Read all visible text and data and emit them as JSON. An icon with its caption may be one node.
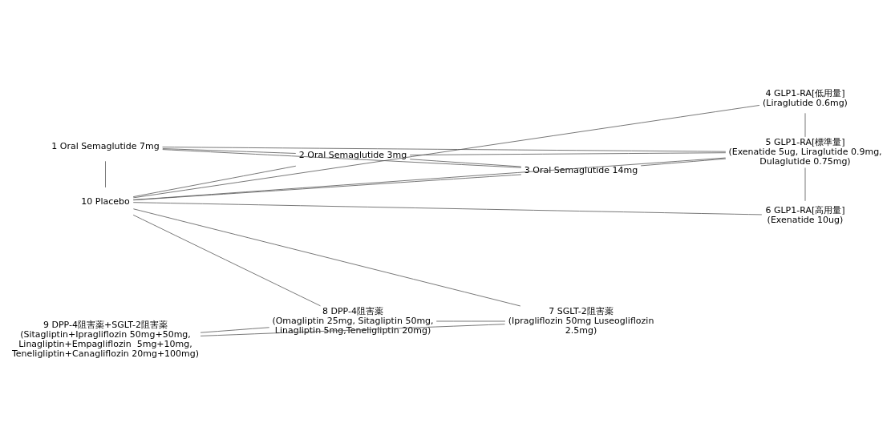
{
  "diagram": {
    "nodes": [
      {
        "text": [
          "1 Oral Semaglutide 7mg"
        ]
      },
      {
        "text": [
          "2 Oral Semaglutide 3mg"
        ]
      },
      {
        "text": [
          "3 Oral Semaglutide 14mg"
        ]
      },
      {
        "text": [
          "4 GLP1-RA[低用量]",
          "(Liraglutide 0.6mg)"
        ]
      },
      {
        "text": [
          "5 GLP1-RA[標準量]",
          "(Exenatide 5ug, Liraglutide 0.9mg, Dulaglutide 0.75mg)"
        ]
      },
      {
        "text": [
          "6 GLP1-RA[高用量]",
          "(Exenatide 10ug)"
        ]
      },
      {
        "text": [
          "7 SGLT-2阻害薬",
          "(Ipragliflozin 50mg Luseogliflozin 2.5mg)"
        ]
      },
      {
        "text": [
          "8 DPP-4阻害薬",
          "(Omagliptin 25mg, Sitagliptin 50mg, Linagliptin 5mg,Teneligliptin 20mg)"
        ]
      },
      {
        "text": [
          "9 DPP-4阻害薬+SGLT-2阻害薬",
          "(Sitagliptin+Ipragliflozin 50mg+50mg, Linagliptin+Empagliflozin  5mg+10mg, Teneligliptin+Canagliflozin 20mg+100mg)"
        ]
      },
      {
        "text": [
          "10 Placebo"
        ]
      }
    ],
    "edges": [
      {
        "from": 0,
        "to": 1,
        "arrow": "none"
      },
      {
        "from": 0,
        "to": 2,
        "arrow": "none"
      },
      {
        "from": 0,
        "to": 4,
        "arrow": "none"
      },
      {
        "from": 0,
        "to": 9,
        "arrow": "none"
      },
      {
        "from": 1,
        "to": 2,
        "arrow": "none"
      },
      {
        "from": 1,
        "to": 4,
        "arrow": "none"
      },
      {
        "from": 1,
        "to": 9,
        "arrow": "none"
      },
      {
        "from": 2,
        "to": 4,
        "arrow": "none"
      },
      {
        "from": 2,
        "to": 9,
        "arrow": "none"
      },
      {
        "from": 3,
        "to": 4,
        "arrow": "none"
      },
      {
        "from": 3,
        "to": 9,
        "arrow": "none"
      },
      {
        "from": 4,
        "to": 9,
        "arrow": "none"
      },
      {
        "from": 4,
        "to": 5,
        "arrow": "none"
      },
      {
        "from": 5,
        "to": 9,
        "arrow": "none"
      },
      {
        "from": 6,
        "to": 9,
        "arrow": "none"
      },
      {
        "from": 6,
        "to": 7,
        "arrow": "none"
      },
      {
        "from": 6,
        "to": 8,
        "arrow": "none"
      },
      {
        "from": 7,
        "to": 9,
        "arrow": "none"
      },
      {
        "from": 7,
        "to": 8,
        "arrow": "none"
      }
    ]
  }
}
